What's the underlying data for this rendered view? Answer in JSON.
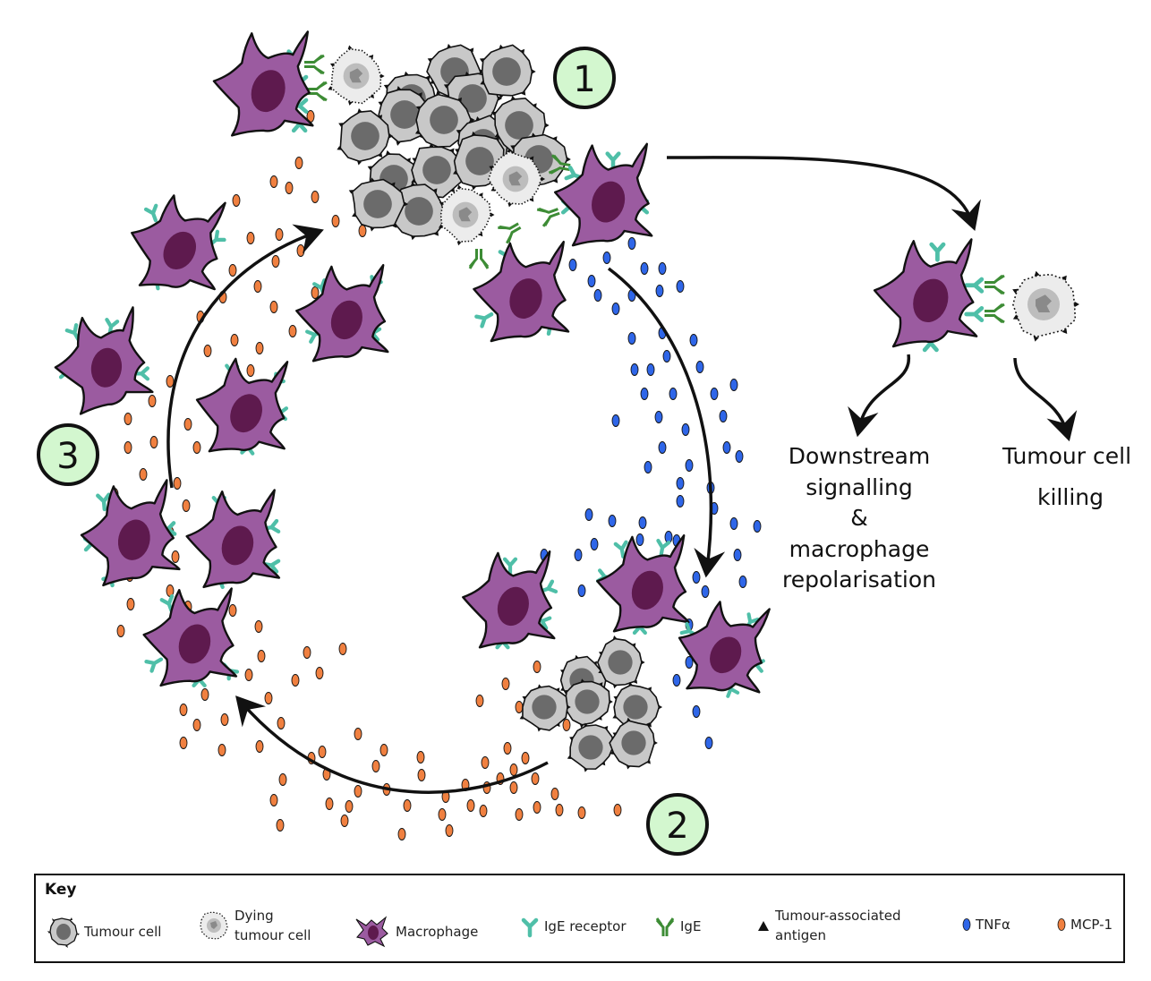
{
  "diagram": {
    "title": "IgE-mediated macrophage response to tumour cells",
    "steps": [
      {
        "id": "1",
        "label": "1"
      },
      {
        "id": "2",
        "label": "2"
      },
      {
        "id": "3",
        "label": "3"
      }
    ],
    "outcomes": {
      "signalling": [
        "Downstream",
        "signalling",
        "&",
        "macrophage",
        "repolarisation"
      ],
      "killing": [
        "Tumour cell",
        "killing"
      ]
    },
    "colors": {
      "macrophage": "#9b5ba0",
      "macrophage_nucleus": "#5e1a4e",
      "tumour_cell": "#c8c8c8",
      "tumour_nucleus": "#6b6b6b",
      "dying_cell": "#ececec",
      "ige_receptor": "#4fbfa8",
      "ige": "#3d8c35",
      "tnf_alpha": "#2f66e8",
      "mcp1": "#f08040",
      "step_badge": "#d3f7cf"
    }
  },
  "key": {
    "title": "Key",
    "items": [
      {
        "name": "tumour-cell",
        "label_lines": [
          "Tumour cell"
        ]
      },
      {
        "name": "dying-tumour-cell",
        "label_lines": [
          "Dying",
          "tumour cell"
        ]
      },
      {
        "name": "macrophage",
        "label_lines": [
          "Macrophage"
        ]
      },
      {
        "name": "ige-receptor",
        "label_lines": [
          "IgE receptor"
        ]
      },
      {
        "name": "ige",
        "label_lines": [
          "IgE"
        ]
      },
      {
        "name": "tumour-associated-antigen",
        "label_lines": [
          "Tumour-associated",
          "antigen"
        ]
      },
      {
        "name": "tnf-alpha",
        "label_lines": [
          "TNFα"
        ]
      },
      {
        "name": "mcp-1",
        "label_lines": [
          "MCP-1"
        ]
      }
    ]
  }
}
